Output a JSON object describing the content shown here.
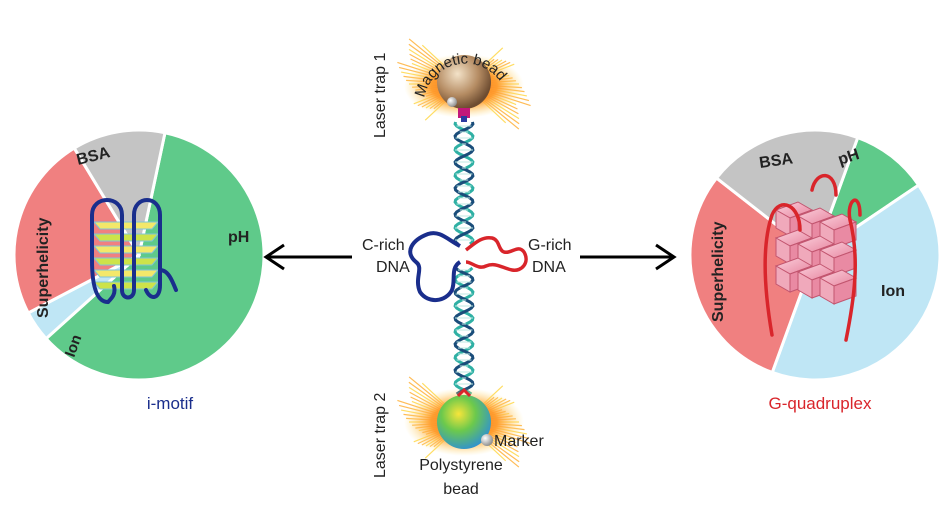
{
  "colors": {
    "ph": "#5fca8a",
    "bsa": "#c4c4c4",
    "superhelicity": "#f08080",
    "ion": "#bfe6f5",
    "imotif": "#1a2e8c",
    "gquad": "#d9252b",
    "trap_orange": "#f77f1a",
    "trap_yellow": "#ffe760"
  },
  "left_pie": {
    "slices": [
      {
        "label": "pH",
        "fraction": 0.6
      },
      {
        "label": "Ion",
        "fraction": 0.04
      },
      {
        "label": "Superhelicity",
        "fraction": 0.24
      },
      {
        "label": "BSA",
        "fraction": 0.12
      }
    ],
    "caption": "i-motif"
  },
  "right_pie": {
    "slices": [
      {
        "label": "pH",
        "fraction": 0.1
      },
      {
        "label": "Ion",
        "fraction": 0.4
      },
      {
        "label": "Superhelicity",
        "fraction": 0.3
      },
      {
        "label": "BSA",
        "fraction": 0.2
      }
    ],
    "caption": "G-quadruplex"
  },
  "center": {
    "top_trap": "Laser trap 1",
    "magnetic_bead": "Magnetic bead",
    "c_rich_line1": "C-rich",
    "c_rich_line2": "DNA",
    "g_rich_line1": "G-rich",
    "g_rich_line2": "DNA",
    "bottom_trap": "Laser trap 2",
    "marker": "Marker",
    "polystyrene_line1": "Polystyrene",
    "polystyrene_line2": "bead"
  }
}
